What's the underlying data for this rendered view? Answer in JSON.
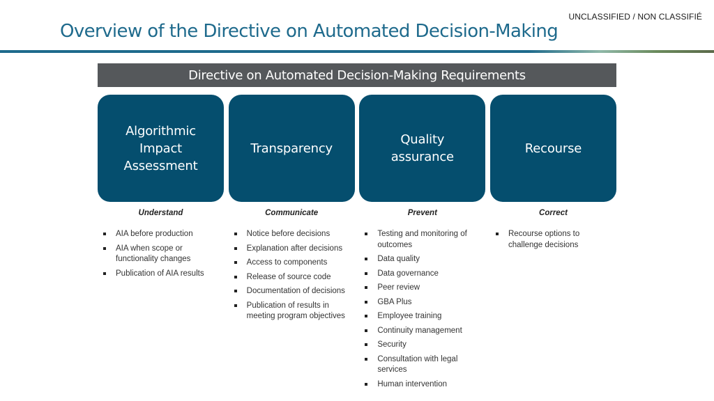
{
  "header": {
    "classification": "UNCLASSIFIED / NON CLASSIFIÉ",
    "title": "Overview of the Directive on Automated Decision-Making"
  },
  "banner": {
    "label": "Directive on Automated Decision-Making Requirements"
  },
  "pillars": [
    {
      "title": "Algorithmic Impact Assessment",
      "verb": "Understand",
      "items": [
        "AIA before production",
        "AIA when scope or functionality changes",
        "Publication of AIA results"
      ]
    },
    {
      "title": "Transparency",
      "verb": "Communicate",
      "items": [
        "Notice before decisions",
        "Explanation after decisions",
        "Access to components",
        "Release of source code",
        "Documentation of decisions",
        "Publication of results in meeting program objectives"
      ]
    },
    {
      "title": "Quality assurance",
      "verb": "Prevent",
      "items": [
        "Testing and monitoring of outcomes",
        "Data quality",
        "Data governance",
        "Peer review",
        "GBA Plus",
        "Employee training",
        "Continuity management",
        "Security",
        "Consultation with legal services",
        "Human intervention"
      ]
    },
    {
      "title": "Recourse",
      "verb": "Correct",
      "items": [
        "Recourse options to challenge decisions"
      ]
    }
  ],
  "colors": {
    "title_blue": "#1e6a8c",
    "card_blue": "#054e6e",
    "banner_gray": "#55585b"
  }
}
